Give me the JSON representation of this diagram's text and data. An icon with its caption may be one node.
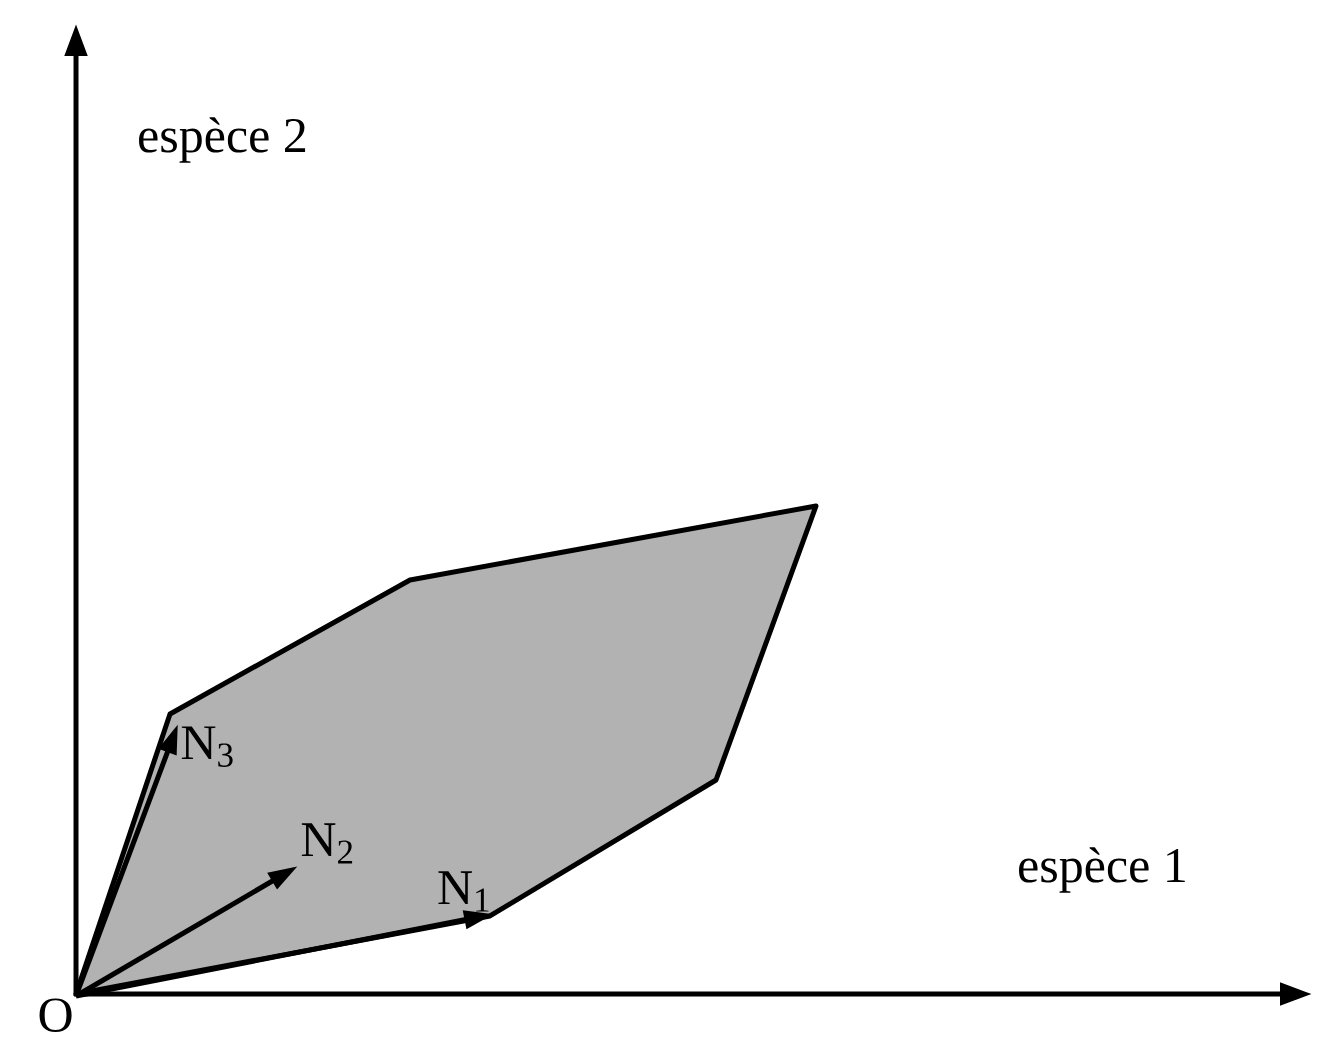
{
  "diagram": {
    "nodes": [
      {
        "text": [
          "O"
        ]
      },
      {
        "text": [
          "N$_{1}$"
        ]
      },
      {
        "text": [
          "N$_{2}$"
        ]
      },
      {
        "text": [
          "N$_{3}$"
        ]
      }
    ],
    "edges": [
      {
        "from": 0,
        "to": 1,
        "arrow": "to"
      },
      {
        "from": 0,
        "to": 2,
        "arrow": "to"
      },
      {
        "from": 0,
        "to": 3,
        "arrow": "to"
      }
    ],
    "labels": [
      "espèce 2",
      "espèce 1"
    ]
  }
}
